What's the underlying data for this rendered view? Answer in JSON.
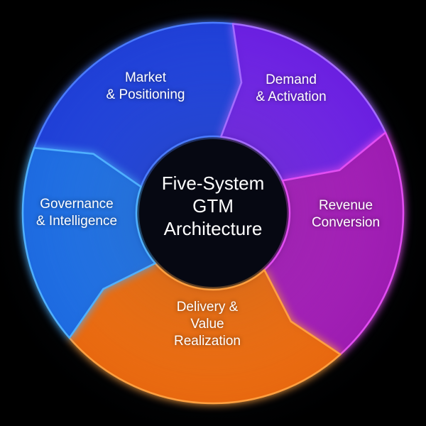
{
  "title": {
    "lines": [
      "Five-System",
      "GTM",
      "Architecture"
    ]
  },
  "segments": [
    {
      "id": "market",
      "lines": [
        "Market",
        "& Positioning"
      ],
      "color": "#1f3fd6",
      "glow": "#4a7bff"
    },
    {
      "id": "demand",
      "lines": [
        "Demand",
        "& Activation"
      ],
      "color": "#6a1fe0",
      "glow": "#a46bff"
    },
    {
      "id": "revenue",
      "lines": [
        "Revenue",
        "Conversion"
      ],
      "color": "#9c1cb0",
      "glow": "#e24df2"
    },
    {
      "id": "delivery",
      "lines": [
        "Delivery &",
        "Value",
        "Realization"
      ],
      "color": "#e8680f",
      "glow": "#ffa040"
    },
    {
      "id": "governance",
      "lines": [
        "Governance",
        "& Intelligence"
      ],
      "color": "#1d6ae0",
      "glow": "#4fb0ff"
    }
  ]
}
